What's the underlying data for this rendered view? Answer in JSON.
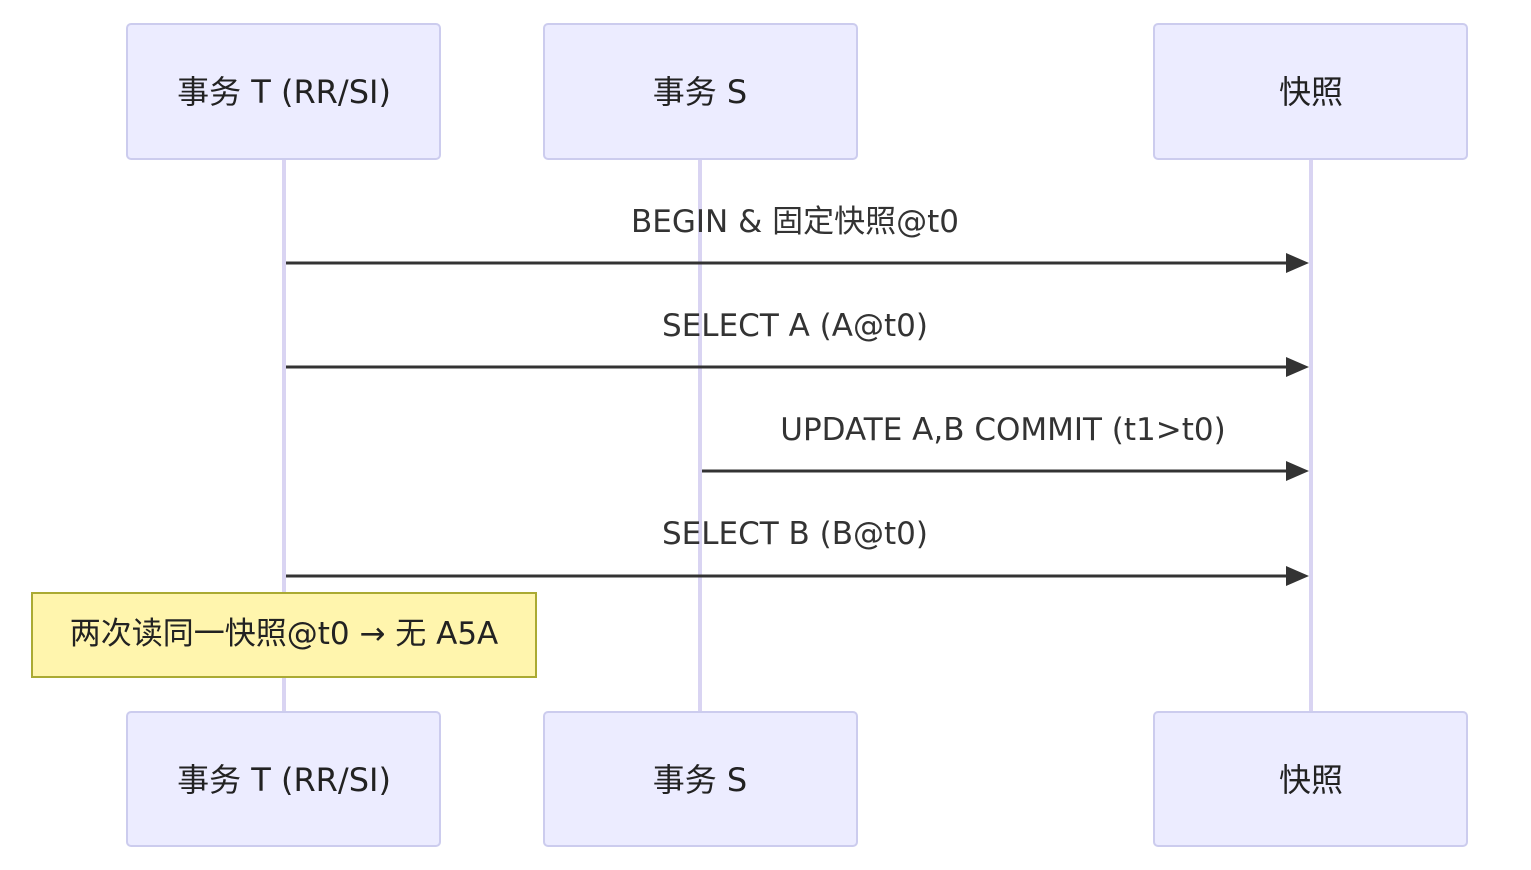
{
  "participants": {
    "t": {
      "label": "事务 T (RR/SI)"
    },
    "s": {
      "label": "事务 S"
    },
    "snap": {
      "label": "快照"
    }
  },
  "messages": [
    {
      "from": "t",
      "to": "snap",
      "text": "BEGIN & 固定快照@t0"
    },
    {
      "from": "t",
      "to": "snap",
      "text": "SELECT A (A@t0)"
    },
    {
      "from": "s",
      "to": "snap",
      "text": "UPDATE A,B COMMIT (t1>t0)"
    },
    {
      "from": "t",
      "to": "snap",
      "text": "SELECT B (B@t0)"
    }
  ],
  "note": {
    "over": "t",
    "text": "两次读同一快照@t0 → 无 A5A"
  },
  "colors": {
    "actor_fill": "#ececff",
    "actor_border": "#ccccee",
    "lifeline": "#d9d4f2",
    "arrow": "#333333",
    "note_fill": "#fff5ad",
    "note_border": "#aaaa33"
  }
}
